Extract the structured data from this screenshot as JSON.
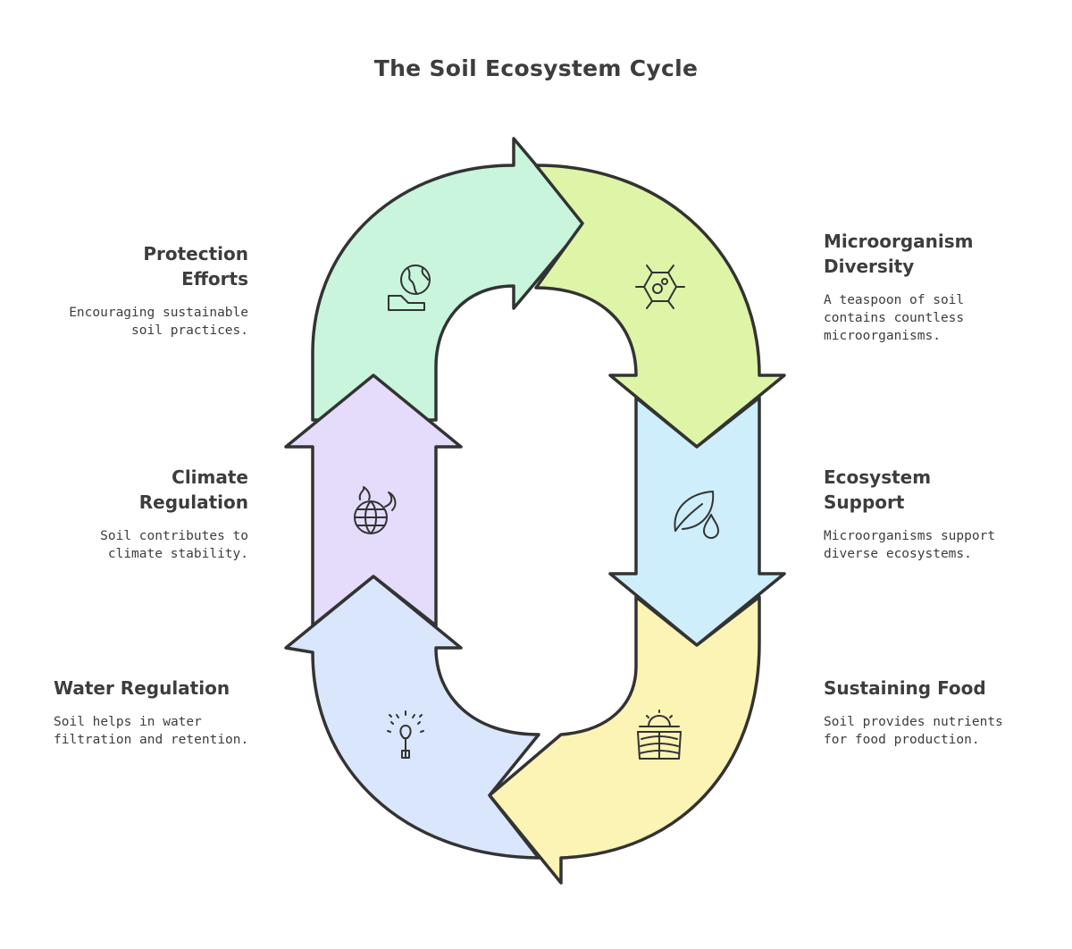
{
  "title": "The Soil Ecosystem Cycle",
  "stages": {
    "microorganism_diversity": {
      "heading": "Microorganism\nDiversity",
      "description": "A teaspoon of soil\ncontains countless\nmicroorganisms.",
      "color": "#def5a8",
      "icon": "microbe-icon"
    },
    "ecosystem_support": {
      "heading": "Ecosystem\nSupport",
      "description": "Microorganisms support\ndiverse ecosystems.",
      "color": "#cdeefa",
      "icon": "leaf-drop-icon"
    },
    "sustaining_food": {
      "heading": "Sustaining Food",
      "description": "Soil provides nutrients\nfor food production.",
      "color": "#fbf4b4",
      "icon": "sun-field-icon"
    },
    "water_regulation": {
      "heading": "Water Regulation",
      "description": "Soil helps in water\nfiltration and retention.",
      "color": "#d9e6fb",
      "icon": "sprinkler-icon"
    },
    "climate_regulation": {
      "heading": "Climate\nRegulation",
      "description": "Soil contributes to\nclimate stability.",
      "color": "#e4dcfa",
      "icon": "globe-fire-icon"
    },
    "protection_efforts": {
      "heading": "Protection\nEfforts",
      "description": "Encouraging sustainable\nsoil practices.",
      "color": "#c8f5dc",
      "icon": "hand-globe-icon"
    }
  }
}
